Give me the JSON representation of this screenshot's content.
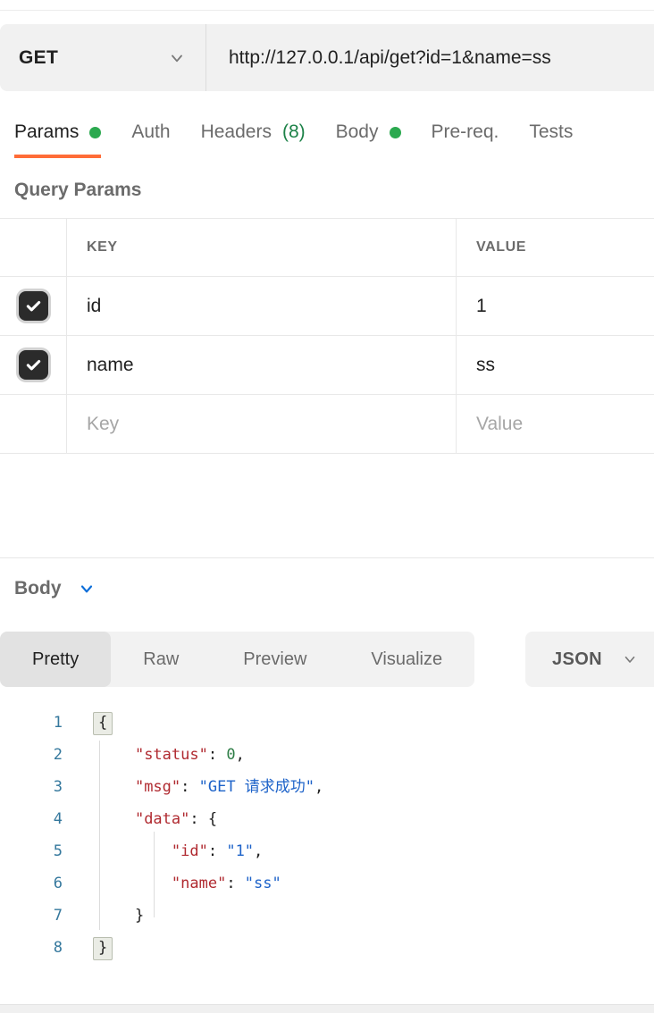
{
  "request": {
    "method": "GET",
    "url": "http://127.0.0.1/api/get?id=1&name=ss"
  },
  "tabs": [
    {
      "label": "Params",
      "dot": true,
      "active": true
    },
    {
      "label": "Auth",
      "active": false
    },
    {
      "label": "Headers",
      "count": "(8)",
      "active": false
    },
    {
      "label": "Body",
      "dot": true,
      "active": false
    },
    {
      "label": "Pre-req.",
      "active": false
    },
    {
      "label": "Tests",
      "active": false
    }
  ],
  "query_params": {
    "heading": "Query Params",
    "columns": {
      "key": "KEY",
      "value": "VALUE"
    },
    "rows": [
      {
        "checked": true,
        "key": "id",
        "value": "1"
      },
      {
        "checked": true,
        "key": "name",
        "value": "ss"
      },
      {
        "checked": false,
        "key": "",
        "value": "",
        "key_placeholder": "Key",
        "value_placeholder": "Value"
      }
    ]
  },
  "response": {
    "section_label": "Body",
    "view_tabs": [
      {
        "label": "Pretty",
        "active": true
      },
      {
        "label": "Raw",
        "active": false
      },
      {
        "label": "Preview",
        "active": false
      },
      {
        "label": "Visualize",
        "active": false
      }
    ],
    "format": "JSON",
    "code_lines": [
      {
        "num": "1",
        "tokens": [
          {
            "t": "fold",
            "v": "{"
          }
        ]
      },
      {
        "num": "2",
        "tokens": [
          {
            "t": "sp",
            "v": "    "
          },
          {
            "t": "key",
            "v": "\"status\""
          },
          {
            "t": "p",
            "v": ": "
          },
          {
            "t": "num",
            "v": "0"
          },
          {
            "t": "p",
            "v": ","
          }
        ]
      },
      {
        "num": "3",
        "tokens": [
          {
            "t": "sp",
            "v": "    "
          },
          {
            "t": "key",
            "v": "\"msg\""
          },
          {
            "t": "p",
            "v": ": "
          },
          {
            "t": "str",
            "v": "\"GET 请求成功\""
          },
          {
            "t": "p",
            "v": ","
          }
        ]
      },
      {
        "num": "4",
        "tokens": [
          {
            "t": "sp",
            "v": "    "
          },
          {
            "t": "key",
            "v": "\"data\""
          },
          {
            "t": "p",
            "v": ": "
          },
          {
            "t": "p",
            "v": "{"
          }
        ]
      },
      {
        "num": "5",
        "tokens": [
          {
            "t": "sp",
            "v": "        "
          },
          {
            "t": "key",
            "v": "\"id\""
          },
          {
            "t": "p",
            "v": ": "
          },
          {
            "t": "str",
            "v": "\"1\""
          },
          {
            "t": "p",
            "v": ","
          }
        ]
      },
      {
        "num": "6",
        "tokens": [
          {
            "t": "sp",
            "v": "        "
          },
          {
            "t": "key",
            "v": "\"name\""
          },
          {
            "t": "p",
            "v": ": "
          },
          {
            "t": "str",
            "v": "\"ss\""
          }
        ]
      },
      {
        "num": "7",
        "tokens": [
          {
            "t": "sp",
            "v": "    "
          },
          {
            "t": "p",
            "v": "}"
          }
        ]
      },
      {
        "num": "8",
        "tokens": [
          {
            "t": "fold",
            "v": "}"
          }
        ]
      }
    ]
  },
  "colors": {
    "orange": "#FF6C37",
    "green_dot": "#2BA94F",
    "green_count": "#1D8248",
    "blue": "#0D6ED9",
    "bar_bg": "#F1F1F1",
    "seg_bg": "#F2F2F2",
    "seg_active": "#E2E2E2",
    "divider": "#E8E8E8",
    "hairline": "#ECECEC",
    "text_dark": "#212121",
    "text_gray": "#6B6B6B",
    "placeholder": "#A6A6A6",
    "checkbox_bg": "#2B2B2B",
    "checkbox_ring": "#D2D2D2",
    "code_key": "#B02A30",
    "code_str": "#1E63C9",
    "code_num": "#2D7D46",
    "code_punct": "#1E1E1E",
    "code_linenum": "#35789D",
    "guide": "#DCDCDC",
    "fold_bg": "#EAECE5",
    "fold_border": "#B9BEB0"
  }
}
